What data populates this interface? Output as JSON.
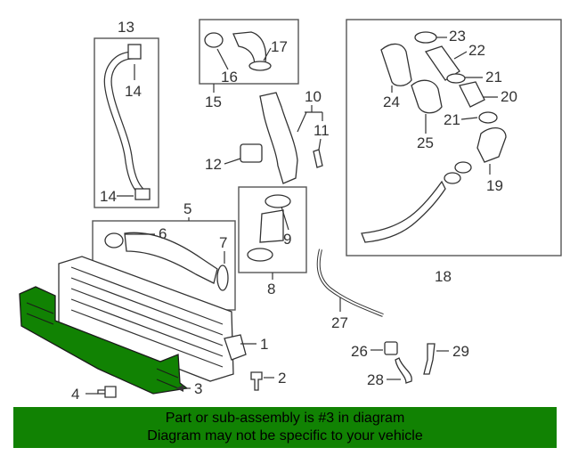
{
  "callouts": {
    "c1": "1",
    "c2": "2",
    "c3": "3",
    "c4": "4",
    "c5": "5",
    "c6": "6",
    "c7": "7",
    "c8": "8",
    "c9": "9",
    "c10": "10",
    "c11": "11",
    "c12": "12",
    "c13": "13",
    "c14a": "14",
    "c14b": "14",
    "c15": "15",
    "c16": "16",
    "c17": "17",
    "c18": "18",
    "c19": "19",
    "c20": "20",
    "c21a": "21",
    "c21b": "21",
    "c22": "22",
    "c23": "23",
    "c24": "24",
    "c25": "25",
    "c26": "26",
    "c27": "27",
    "c28": "28",
    "c29": "29"
  },
  "banner": {
    "line1": "Part or sub-assembly is #3 in diagram",
    "line2": "Diagram may not be specific to your vehicle"
  },
  "colors": {
    "highlight": "#118203",
    "banner_bg": "#118203"
  },
  "highlighted_part": "3"
}
